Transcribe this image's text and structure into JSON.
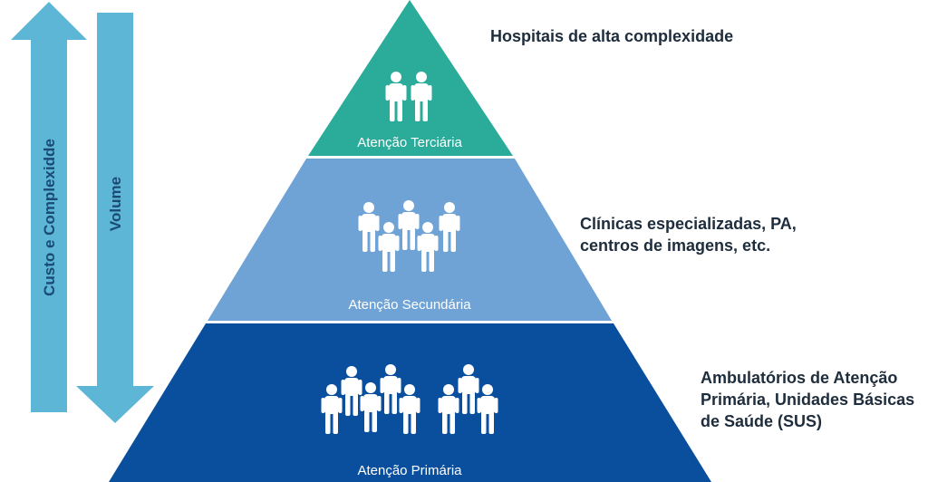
{
  "arrows": {
    "up_label": "Custo e Complexidde",
    "down_label": "Volume"
  },
  "tiers": [
    {
      "name": "Atenção Terciária",
      "description": [
        "Hospitais de alta complexidade"
      ],
      "color": "#2bab9a",
      "people_icon": "person-icon"
    },
    {
      "name": "Atenção Secundária",
      "description": [
        "Clínicas especializadas, PA,",
        "centros de imagens, etc."
      ],
      "color": "#6fa3d6",
      "people_icon": "person-icon"
    },
    {
      "name": "Atenção Primária",
      "description": [
        "Ambulatórios de Atenção",
        "Primária, Unidades Básicas",
        "de Saúde (SUS)"
      ],
      "color": "#0a4f9e",
      "people_icon": "person-icon"
    }
  ],
  "colors": {
    "arrow": "#5db6d6",
    "text": "#1e2d3d"
  }
}
